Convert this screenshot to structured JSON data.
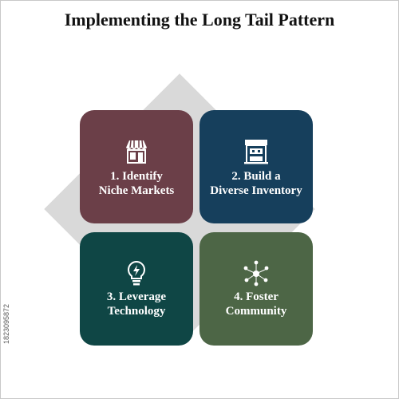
{
  "title": "Implementing the Long Tail Pattern",
  "colors": {
    "tile_1": "#6b3f48",
    "tile_2": "#163f5c",
    "tile_3": "#0f4645",
    "tile_4": "#4d6646",
    "diamond": "#d9d9d9"
  },
  "tiles": [
    {
      "icon": "storefront-icon",
      "line1": "1. Identify",
      "line2": "Niche Markets"
    },
    {
      "icon": "shop-counter-icon",
      "line1": "2. Build a",
      "line2": "Diverse Inventory"
    },
    {
      "icon": "lightbulb-icon",
      "line1": "3. Leverage",
      "line2": "Technology"
    },
    {
      "icon": "community-network-icon",
      "line1": "4. Foster",
      "line2": "Community"
    }
  ],
  "watermark_id": "1823095872"
}
